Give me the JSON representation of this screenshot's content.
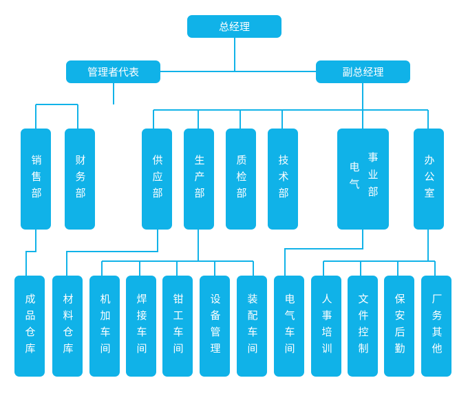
{
  "chart": {
    "top": "总经理",
    "rep": "管理者代表",
    "deputy": "副总经理",
    "dept": {
      "sales": "销售部",
      "finance": "财务部",
      "supply": "供应部",
      "production": "生产部",
      "qc": "质检部",
      "tech": "技术部",
      "electrical_a": "电气",
      "electrical_b": "事业部",
      "office": "办公室"
    },
    "units": {
      "finished_goods": "成品仓库",
      "materials": "材料仓库",
      "machining": "机加车间",
      "welding": "焊接车间",
      "fitter": "钳工车间",
      "equipment": "设备管理",
      "assembly": "装配车间",
      "electrical_ws": "电气车间",
      "hr": "人事培训",
      "docs": "文件控制",
      "security": "保安后勤",
      "factory_other": "厂务其他"
    }
  },
  "colors": {
    "box": "#10b2e8",
    "line": "#10b2e8",
    "text": "#ffffff"
  }
}
